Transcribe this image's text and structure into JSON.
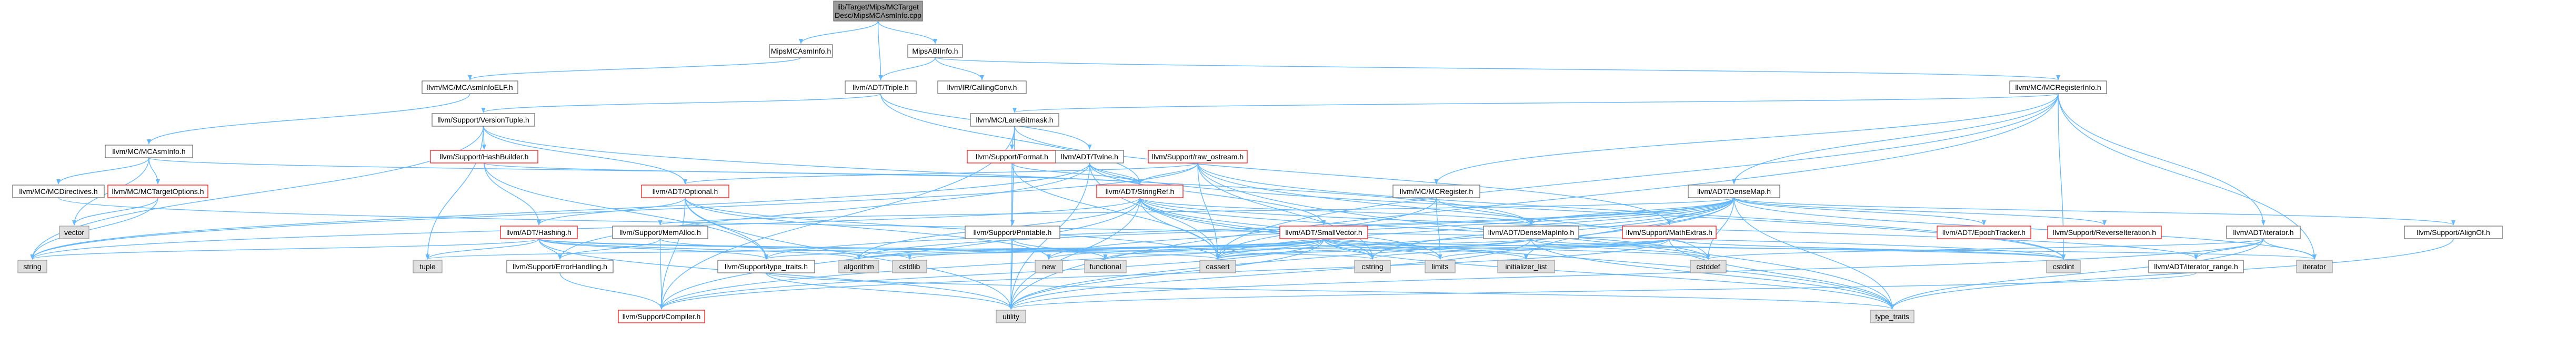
{
  "diagram": {
    "type": "include-dependency-graph",
    "colors": {
      "edge": "#63b8ff",
      "root_fill": "#999999",
      "node_fill": "#ffffff",
      "node_border": "#666666",
      "truncated_border": "#ff0000",
      "system_fill": "#e0e0e0",
      "system_border": "#999999",
      "text": "#000000"
    },
    "node_kinds": [
      "root",
      "normal",
      "truncated",
      "system"
    ],
    "nodes": [
      {
        "id": "root",
        "kind": "root",
        "label": [
          "lib/Target/Mips/MCTarget",
          "Desc/MipsMCAsmInfo.cpp"
        ]
      },
      {
        "id": "mipsmcasminfo",
        "kind": "normal",
        "label": [
          "MipsMCAsmInfo.h"
        ]
      },
      {
        "id": "mipsabiinfo",
        "kind": "normal",
        "label": [
          "MipsABIInfo.h"
        ]
      },
      {
        "id": "asminfoelf",
        "kind": "normal",
        "label": [
          "llvm/MC/MCAsmInfoELF.h"
        ]
      },
      {
        "id": "triple",
        "kind": "normal",
        "label": [
          "llvm/ADT/Triple.h"
        ]
      },
      {
        "id": "callingconv",
        "kind": "normal",
        "label": [
          "llvm/IR/CallingConv.h"
        ]
      },
      {
        "id": "reginfo",
        "kind": "normal",
        "label": [
          "llvm/MC/MCRegisterInfo.h"
        ]
      },
      {
        "id": "versiontuple",
        "kind": "normal",
        "label": [
          "llvm/Support/VersionTuple.h"
        ]
      },
      {
        "id": "lanebitmask",
        "kind": "normal",
        "label": [
          "llvm/MC/LaneBitmask.h"
        ]
      },
      {
        "id": "mcasminfo",
        "kind": "normal",
        "label": [
          "llvm/MC/MCAsmInfo.h"
        ]
      },
      {
        "id": "hashbuilder",
        "kind": "truncated",
        "label": [
          "llvm/Support/HashBuilder.h"
        ]
      },
      {
        "id": "format",
        "kind": "truncated",
        "label": [
          "llvm/Support/Format.h"
        ]
      },
      {
        "id": "twine",
        "kind": "normal",
        "label": [
          "llvm/ADT/Twine.h"
        ]
      },
      {
        "id": "rawostream",
        "kind": "truncated",
        "label": [
          "llvm/Support/raw_ostream.h"
        ]
      },
      {
        "id": "directives",
        "kind": "normal",
        "label": [
          "llvm/MC/MCDirectives.h"
        ]
      },
      {
        "id": "targetoptions",
        "kind": "truncated",
        "label": [
          "llvm/MC/MCTargetOptions.h"
        ]
      },
      {
        "id": "optional",
        "kind": "truncated",
        "label": [
          "llvm/ADT/Optional.h"
        ]
      },
      {
        "id": "stringref",
        "kind": "truncated",
        "label": [
          "llvm/ADT/StringRef.h"
        ]
      },
      {
        "id": "mcregister",
        "kind": "normal",
        "label": [
          "llvm/MC/MCRegister.h"
        ]
      },
      {
        "id": "densemap",
        "kind": "normal",
        "label": [
          "llvm/ADT/DenseMap.h"
        ]
      },
      {
        "id": "iterator",
        "kind": "normal",
        "label": [
          "llvm/ADT/iterator.h"
        ]
      },
      {
        "id": "alignof",
        "kind": "normal",
        "label": [
          "llvm/Support/AlignOf.h"
        ]
      },
      {
        "id": "vector",
        "kind": "system",
        "label": [
          "vector"
        ]
      },
      {
        "id": "hashing",
        "kind": "truncated",
        "label": [
          "llvm/ADT/Hashing.h"
        ]
      },
      {
        "id": "memalloc",
        "kind": "normal",
        "label": [
          "llvm/Support/MemAlloc.h"
        ]
      },
      {
        "id": "printable",
        "kind": "normal",
        "label": [
          "llvm/Support/Printable.h"
        ]
      },
      {
        "id": "smallvector",
        "kind": "truncated",
        "label": [
          "llvm/ADT/SmallVector.h"
        ]
      },
      {
        "id": "densemapinfo",
        "kind": "normal",
        "label": [
          "llvm/ADT/DenseMapInfo.h"
        ]
      },
      {
        "id": "mathextras",
        "kind": "truncated",
        "label": [
          "llvm/Support/MathExtras.h"
        ]
      },
      {
        "id": "epochtracker",
        "kind": "truncated",
        "label": [
          "llvm/ADT/EpochTracker.h"
        ]
      },
      {
        "id": "reverseiteration",
        "kind": "truncated",
        "label": [
          "llvm/Support/ReverseIteration.h"
        ]
      },
      {
        "id": "string",
        "kind": "system",
        "label": [
          "string"
        ]
      },
      {
        "id": "tuple",
        "kind": "system",
        "label": [
          "tuple"
        ]
      },
      {
        "id": "errorhandling",
        "kind": "normal",
        "label": [
          "llvm/Support/ErrorHandling.h"
        ]
      },
      {
        "id": "typetraitsllvm",
        "kind": "normal",
        "label": [
          "llvm/Support/type_traits.h"
        ]
      },
      {
        "id": "algorithm",
        "kind": "system",
        "label": [
          "algorithm"
        ]
      },
      {
        "id": "cstdlib",
        "kind": "system",
        "label": [
          "cstdlib"
        ]
      },
      {
        "id": "new",
        "kind": "system",
        "label": [
          "new"
        ]
      },
      {
        "id": "functional",
        "kind": "system",
        "label": [
          "functional"
        ]
      },
      {
        "id": "cassert",
        "kind": "system",
        "label": [
          "cassert"
        ]
      },
      {
        "id": "cstring",
        "kind": "system",
        "label": [
          "cstring"
        ]
      },
      {
        "id": "limits",
        "kind": "system",
        "label": [
          "limits"
        ]
      },
      {
        "id": "initializer_list",
        "kind": "system",
        "label": [
          "initializer_list"
        ]
      },
      {
        "id": "cstddef",
        "kind": "system",
        "label": [
          "cstddef"
        ]
      },
      {
        "id": "cstdint",
        "kind": "system",
        "label": [
          "cstdint"
        ]
      },
      {
        "id": "iteratorrange",
        "kind": "normal",
        "label": [
          "llvm/ADT/iterator_range.h"
        ]
      },
      {
        "id": "iteratorstd",
        "kind": "system",
        "label": [
          "iterator"
        ]
      },
      {
        "id": "compiler",
        "kind": "truncated",
        "label": [
          "llvm/Support/Compiler.h"
        ]
      },
      {
        "id": "utility",
        "kind": "system",
        "label": [
          "utility"
        ]
      },
      {
        "id": "typetraits",
        "kind": "system",
        "label": [
          "type_traits"
        ]
      }
    ],
    "edges": [
      [
        "root",
        "mipsmcasminfo"
      ],
      [
        "root",
        "mipsabiinfo"
      ],
      [
        "root",
        "triple"
      ],
      [
        "mipsmcasminfo",
        "asminfoelf"
      ],
      [
        "mipsabiinfo",
        "triple"
      ],
      [
        "mipsabiinfo",
        "callingconv"
      ],
      [
        "mipsabiinfo",
        "reginfo"
      ],
      [
        "asminfoelf",
        "mcasminfo"
      ],
      [
        "triple",
        "stringref"
      ],
      [
        "triple",
        "twine"
      ],
      [
        "triple",
        "versiontuple"
      ],
      [
        "reginfo",
        "lanebitmask"
      ],
      [
        "reginfo",
        "mcregister"
      ],
      [
        "reginfo",
        "densemap"
      ],
      [
        "reginfo",
        "iterator"
      ],
      [
        "reginfo",
        "iteratorstd"
      ],
      [
        "reginfo",
        "cassert"
      ],
      [
        "reginfo",
        "utility"
      ],
      [
        "reginfo",
        "cstdint"
      ],
      [
        "versiontuple",
        "densemapinfo"
      ],
      [
        "versiontuple",
        "hashbuilder"
      ],
      [
        "versiontuple",
        "optional"
      ],
      [
        "versiontuple",
        "string"
      ],
      [
        "versiontuple",
        "tuple"
      ],
      [
        "lanebitmask",
        "compiler"
      ],
      [
        "lanebitmask",
        "mathextras"
      ],
      [
        "lanebitmask",
        "format"
      ],
      [
        "lanebitmask",
        "printable"
      ],
      [
        "mcasminfo",
        "stringref"
      ],
      [
        "mcasminfo",
        "directives"
      ],
      [
        "mcasminfo",
        "targetoptions"
      ],
      [
        "mcasminfo",
        "vector"
      ],
      [
        "hashbuilder",
        "hashing"
      ],
      [
        "hashbuilder",
        "stringref"
      ],
      [
        "hashbuilder",
        "typetraitsllvm"
      ],
      [
        "format",
        "stringref"
      ],
      [
        "format",
        "utility"
      ],
      [
        "format",
        "cassert"
      ],
      [
        "twine",
        "smallvector"
      ],
      [
        "twine",
        "stringref"
      ],
      [
        "twine",
        "errorhandling"
      ],
      [
        "twine",
        "cassert"
      ],
      [
        "twine",
        "cstdint"
      ],
      [
        "twine",
        "string"
      ],
      [
        "twine",
        "utility"
      ],
      [
        "rawostream",
        "stringref"
      ],
      [
        "rawostream",
        "optional"
      ],
      [
        "rawostream",
        "cassert"
      ],
      [
        "rawostream",
        "cstddef"
      ],
      [
        "rawostream",
        "cstdint"
      ],
      [
        "rawostream",
        "cstring"
      ],
      [
        "rawostream",
        "string"
      ],
      [
        "rawostream",
        "typetraits"
      ],
      [
        "targetoptions",
        "string"
      ],
      [
        "targetoptions",
        "vector"
      ],
      [
        "optional",
        "hashing"
      ],
      [
        "optional",
        "compiler"
      ],
      [
        "optional",
        "typetraitsllvm"
      ],
      [
        "optional",
        "cassert"
      ],
      [
        "optional",
        "new"
      ],
      [
        "optional",
        "utility"
      ],
      [
        "stringref",
        "densemapinfo"
      ],
      [
        "stringref",
        "iteratorrange"
      ],
      [
        "stringref",
        "compiler"
      ],
      [
        "stringref",
        "algorithm"
      ],
      [
        "stringref",
        "cassert"
      ],
      [
        "stringref",
        "cstddef"
      ],
      [
        "stringref",
        "cstring"
      ],
      [
        "stringref",
        "limits"
      ],
      [
        "stringref",
        "string"
      ],
      [
        "stringref",
        "typetraits"
      ],
      [
        "stringref",
        "utility"
      ],
      [
        "mcregister",
        "densemapinfo"
      ],
      [
        "mcregister",
        "cassert"
      ],
      [
        "mcregister",
        "limits"
      ],
      [
        "densemap",
        "densemapinfo"
      ],
      [
        "densemap",
        "epochtracker"
      ],
      [
        "densemap",
        "alignof"
      ],
      [
        "densemap",
        "compiler"
      ],
      [
        "densemap",
        "mathextras"
      ],
      [
        "densemap",
        "memalloc"
      ],
      [
        "densemap",
        "reverseiteration"
      ],
      [
        "densemap",
        "typetraitsllvm"
      ],
      [
        "densemap",
        "algorithm"
      ],
      [
        "densemap",
        "cassert"
      ],
      [
        "densemap",
        "cstddef"
      ],
      [
        "densemap",
        "cstring"
      ],
      [
        "densemap",
        "initializer_list"
      ],
      [
        "densemap",
        "iteratorstd"
      ],
      [
        "densemap",
        "new"
      ],
      [
        "densemap",
        "typetraits"
      ],
      [
        "densemap",
        "utility"
      ],
      [
        "iterator",
        "iteratorrange"
      ],
      [
        "iterator",
        "cstddef"
      ],
      [
        "iterator",
        "iteratorstd"
      ],
      [
        "iterator",
        "typetraits"
      ],
      [
        "iterator",
        "utility"
      ],
      [
        "alignof",
        "typetraits"
      ],
      [
        "hashing",
        "errorhandling"
      ],
      [
        "hashing",
        "typetraitsllvm"
      ],
      [
        "hashing",
        "algorithm"
      ],
      [
        "hashing",
        "cassert"
      ],
      [
        "hashing",
        "cstring"
      ],
      [
        "hashing",
        "string"
      ],
      [
        "hashing",
        "tuple"
      ],
      [
        "hashing",
        "utility"
      ],
      [
        "memalloc",
        "compiler"
      ],
      [
        "memalloc",
        "errorhandling"
      ],
      [
        "memalloc",
        "cstdlib"
      ],
      [
        "printable",
        "functional"
      ],
      [
        "printable",
        "utility"
      ],
      [
        "smallvector",
        "compiler"
      ],
      [
        "smallvector",
        "typetraitsllvm"
      ],
      [
        "smallvector",
        "algorithm"
      ],
      [
        "smallvector",
        "cassert"
      ],
      [
        "smallvector",
        "cstddef"
      ],
      [
        "smallvector",
        "cstdlib"
      ],
      [
        "smallvector",
        "cstring"
      ],
      [
        "smallvector",
        "functional"
      ],
      [
        "smallvector",
        "initializer_list"
      ],
      [
        "smallvector",
        "iteratorstd"
      ],
      [
        "smallvector",
        "limits"
      ],
      [
        "smallvector",
        "new"
      ],
      [
        "smallvector",
        "typetraits"
      ],
      [
        "smallvector",
        "utility"
      ],
      [
        "densemapinfo",
        "cassert"
      ],
      [
        "densemapinfo",
        "cstddef"
      ],
      [
        "densemapinfo",
        "cstdint"
      ],
      [
        "densemapinfo",
        "tuple"
      ],
      [
        "densemapinfo",
        "typetraits"
      ],
      [
        "densemapinfo",
        "utility"
      ],
      [
        "mathextras",
        "compiler"
      ],
      [
        "mathextras",
        "cassert"
      ],
      [
        "mathextras",
        "cstdint"
      ],
      [
        "mathextras",
        "cstring"
      ],
      [
        "mathextras",
        "limits"
      ],
      [
        "mathextras",
        "typetraits"
      ],
      [
        "mathextras",
        "algorithm"
      ],
      [
        "errorhandling",
        "compiler"
      ],
      [
        "typetraitsllvm",
        "utility"
      ],
      [
        "typetraitsllvm",
        "typetraits"
      ],
      [
        "iteratorrange",
        "utility"
      ],
      [
        "directives",
        "cstdint"
      ]
    ]
  }
}
